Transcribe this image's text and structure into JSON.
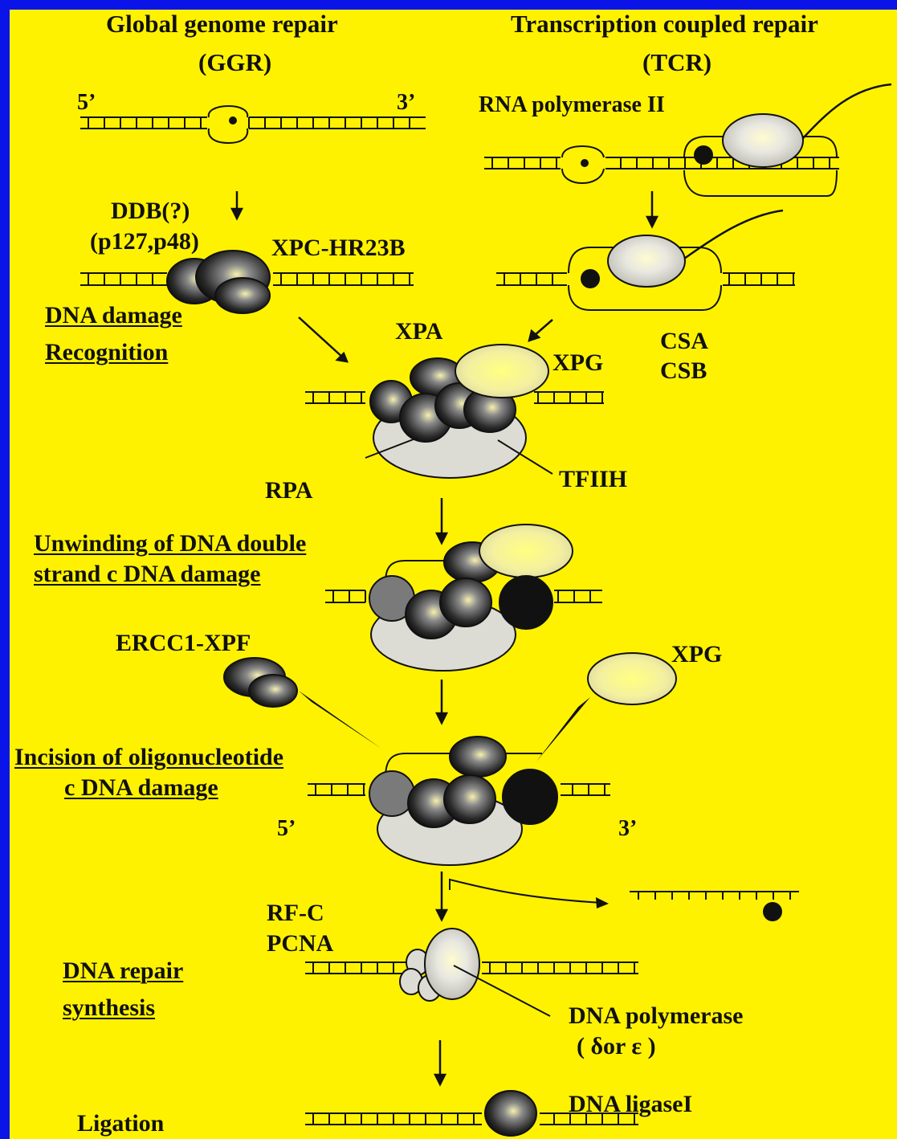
{
  "headers": {
    "ggr_line1": "Global genome repair",
    "ggr_line2": "(GGR)",
    "tcr_line1": "Transcription coupled repair",
    "tcr_line2": "(TCR)"
  },
  "labels": {
    "five_prime_top": "5’",
    "three_prime_top": "3’",
    "rna_pol": "RNA polymerase II",
    "ddb_line1": "DDB(?)",
    "ddb_line2": "(p127,p48)",
    "xpc": "XPC-HR23B",
    "xpa": "XPA",
    "xpg_1": "XPG",
    "csa": "CSA",
    "csb": "CSB",
    "rpa": "RPA",
    "tfiih": "TFIIH",
    "ercc1": "ERCC1-XPF",
    "xpg_2": "XPG",
    "five_prime_bottom": "5’",
    "three_prime_bottom": "3’",
    "rfc": "RF-C",
    "pcna": "PCNA",
    "dna_pol_line1": "DNA polymerase",
    "dna_pol_line2": "( δor ε )",
    "ligase": "DNA ligaseI"
  },
  "steps": {
    "recognition_line1": "DNA damage",
    "recognition_line2": "Recognition",
    "unwinding_line1": "Unwinding of DNA double",
    "unwinding_line2": "strand c DNA damage",
    "incision_line1": "Incision of oligonucleotide",
    "incision_line2": "c DNA damage",
    "synthesis_line1": "DNA repair",
    "synthesis_line2": "synthesis",
    "ligation": "Ligation"
  },
  "colors": {
    "background": "#fff200",
    "border": "#0a14e8",
    "ink": "#111111",
    "light_protein": "#d8d8d0",
    "dark_protein": "#222222"
  }
}
